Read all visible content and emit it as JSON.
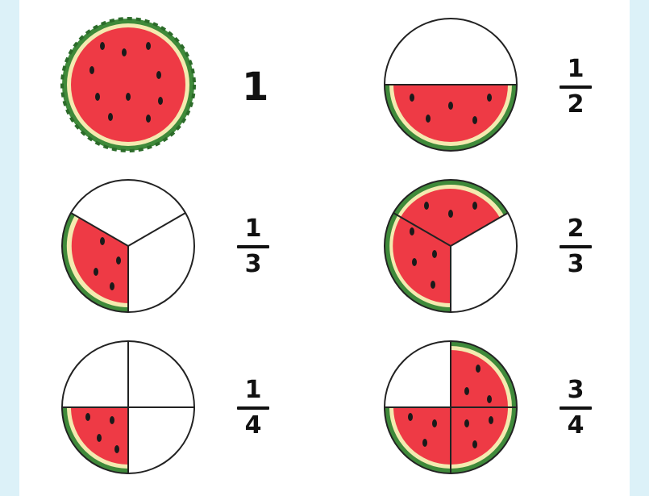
{
  "colors": {
    "page_border": "#dcf1f8",
    "flesh": "#ee3a45",
    "rind_light": "#f4eab0",
    "rind_dark": "#3f8a3a",
    "seed": "#1a1a1a",
    "outline": "#222222"
  },
  "items": [
    {
      "id": "whole",
      "label": "1",
      "eaten": "full"
    },
    {
      "id": "half",
      "numerator": "1",
      "denominator": "2",
      "shaded": "bottom half"
    },
    {
      "id": "one-third",
      "numerator": "1",
      "denominator": "3",
      "shaded": "1 of 3 sectors"
    },
    {
      "id": "two-thirds",
      "numerator": "2",
      "denominator": "3",
      "shaded": "2 of 3 sectors"
    },
    {
      "id": "one-quarter",
      "numerator": "1",
      "denominator": "4",
      "shaded": "1 of 4 quadrants"
    },
    {
      "id": "three-quarters",
      "numerator": "3",
      "denominator": "4",
      "shaded": "3 of 4 quadrants"
    }
  ]
}
